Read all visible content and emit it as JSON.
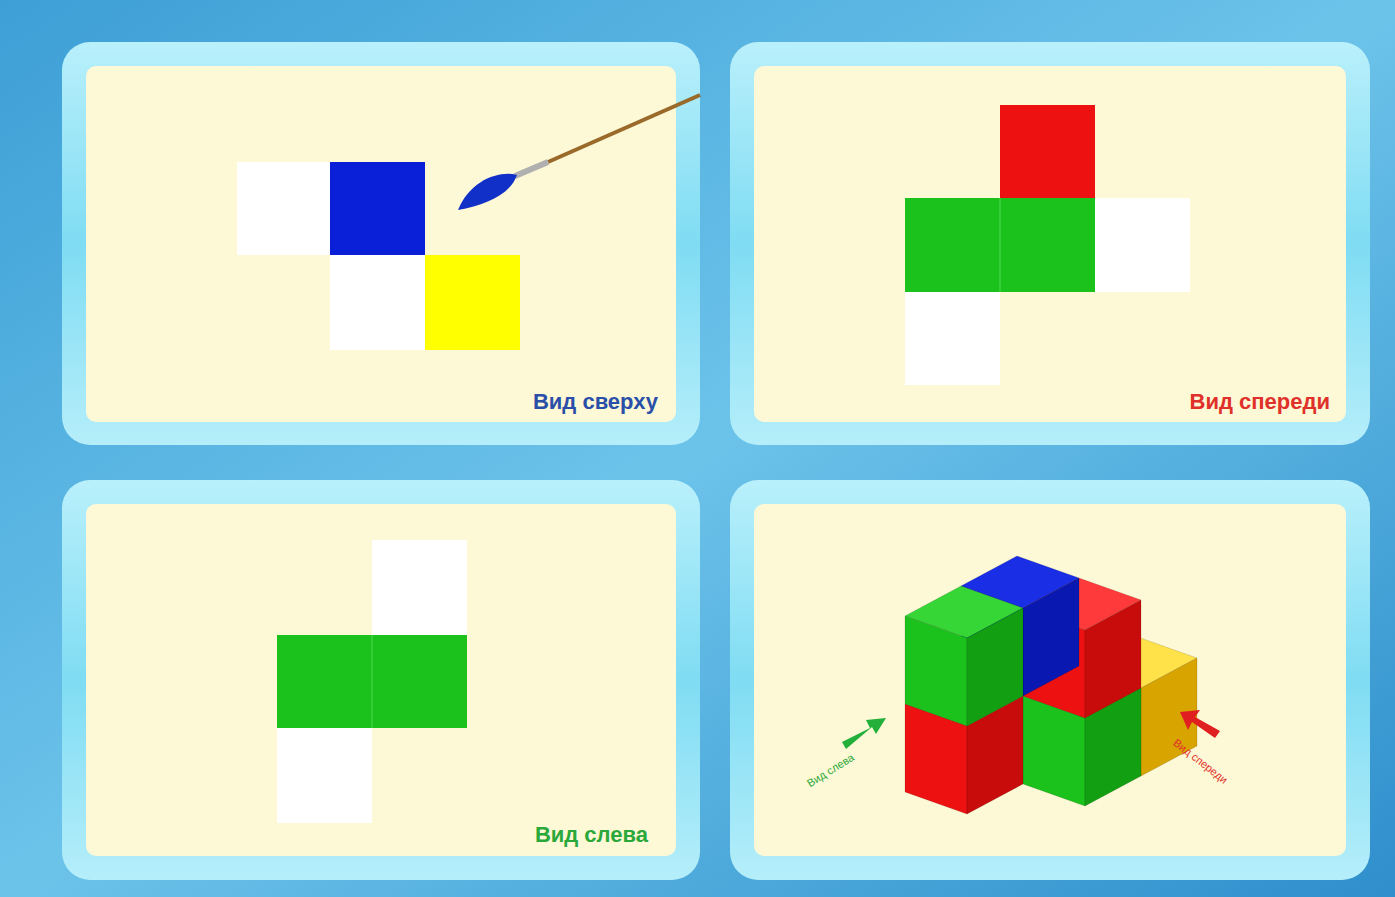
{
  "diagram": {
    "nodes": [
      {
        "text": [
          "Вид сверху"
        ]
      },
      {
        "text": [
          "Вид спереди"
        ]
      },
      {
        "text": [
          "Вид слева"
        ]
      },
      {
        "text": [
          "Вид слева",
          "Вид спереди"
        ]
      }
    ]
  }
}
